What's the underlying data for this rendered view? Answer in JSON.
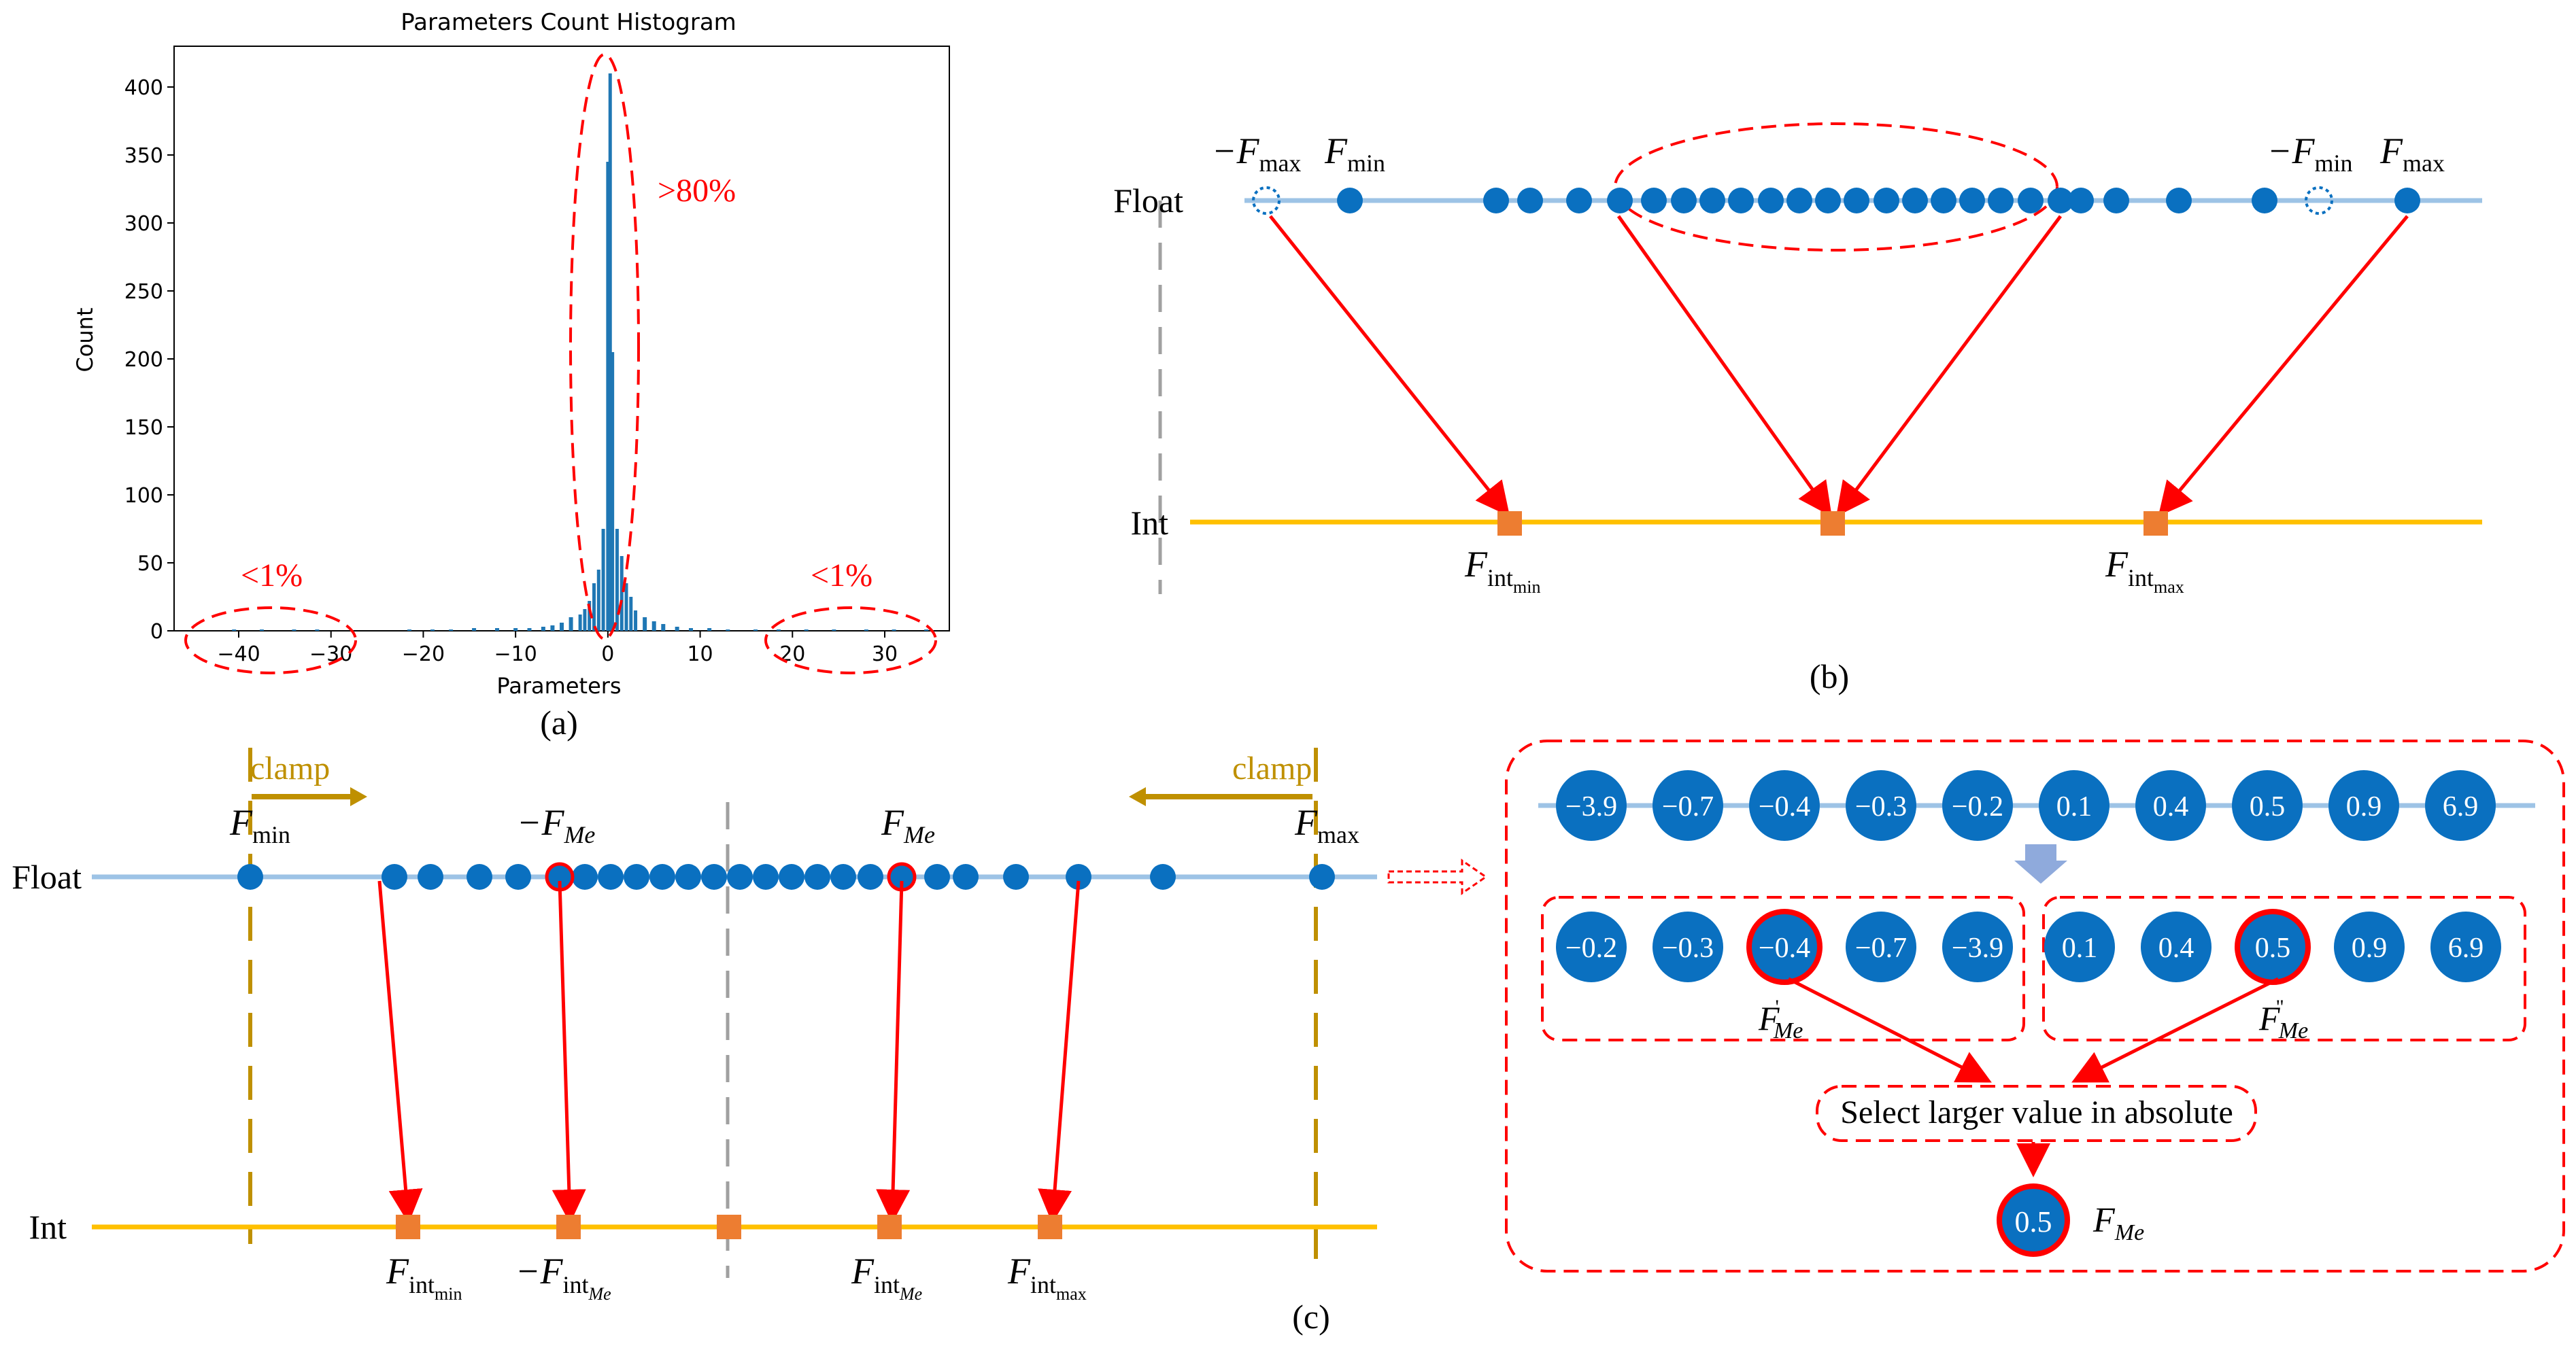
{
  "panel_a": {
    "caption": "(a)",
    "chart_data": {
      "type": "bar",
      "title": "Parameters Count Histogram",
      "xlabel": "Parameters",
      "ylabel": "Count",
      "xlim": [
        -47,
        37
      ],
      "ylim": [
        0,
        430
      ],
      "x_ticks": [
        -40,
        -30,
        -20,
        -10,
        0,
        10,
        20,
        30
      ],
      "x_tick_labels": [
        "−40",
        "−30",
        "−20",
        "−10",
        "0",
        "10",
        "20",
        "30"
      ],
      "y_ticks": [
        0,
        50,
        100,
        150,
        200,
        250,
        300,
        350,
        400
      ],
      "grid": false,
      "bars": [
        {
          "x": -40.5,
          "count": 1
        },
        {
          "x": -37.5,
          "count": 1
        },
        {
          "x": -34.0,
          "count": 1
        },
        {
          "x": -31.5,
          "count": 1
        },
        {
          "x": -21.5,
          "count": 1
        },
        {
          "x": -19.0,
          "count": 1
        },
        {
          "x": -17.0,
          "count": 1
        },
        {
          "x": -14.5,
          "count": 2
        },
        {
          "x": -12.0,
          "count": 2
        },
        {
          "x": -10.0,
          "count": 2
        },
        {
          "x": -8.5,
          "count": 2
        },
        {
          "x": -7.0,
          "count": 3
        },
        {
          "x": -6.0,
          "count": 4
        },
        {
          "x": -5.0,
          "count": 6
        },
        {
          "x": -4.0,
          "count": 10
        },
        {
          "x": -3.0,
          "count": 12
        },
        {
          "x": -2.5,
          "count": 16
        },
        {
          "x": -2.0,
          "count": 22
        },
        {
          "x": -1.5,
          "count": 35
        },
        {
          "x": -1.0,
          "count": 45
        },
        {
          "x": -0.5,
          "count": 75
        },
        {
          "x": 0.0,
          "count": 345
        },
        {
          "x": 0.25,
          "count": 410
        },
        {
          "x": 0.5,
          "count": 205
        },
        {
          "x": 1.0,
          "count": 75
        },
        {
          "x": 1.5,
          "count": 55
        },
        {
          "x": 2.0,
          "count": 35
        },
        {
          "x": 2.5,
          "count": 25
        },
        {
          "x": 3.0,
          "count": 15
        },
        {
          "x": 4.0,
          "count": 10
        },
        {
          "x": 5.0,
          "count": 7
        },
        {
          "x": 6.0,
          "count": 5
        },
        {
          "x": 7.5,
          "count": 3
        },
        {
          "x": 9.0,
          "count": 2
        },
        {
          "x": 11.0,
          "count": 2
        },
        {
          "x": 13.0,
          "count": 1
        },
        {
          "x": 16.0,
          "count": 1
        },
        {
          "x": 18.5,
          "count": 1
        },
        {
          "x": 21.5,
          "count": 1
        },
        {
          "x": 24.5,
          "count": 1
        },
        {
          "x": 28.0,
          "count": 1
        },
        {
          "x": 31.0,
          "count": 1
        },
        {
          "x": 34.5,
          "count": 1
        }
      ]
    },
    "annotations": {
      "center": ">80%",
      "left": "<1%",
      "right": "<1%"
    }
  },
  "panel_b": {
    "caption": "(b)",
    "float_label": "Float",
    "int_label": "Int",
    "labels": {
      "neg_fmax": "−F",
      "neg_fmax_sub": "max",
      "fmin": "F",
      "fmin_sub": "min",
      "neg_fmin": "−F",
      "neg_fmin_sub": "min",
      "fmax": "F",
      "fmax_sub": "max",
      "int_min": "F",
      "int_min_sub": "int",
      "int_min_subsub": "min",
      "int_max": "F",
      "int_max_sub": "int",
      "int_max_subsub": "max"
    }
  },
  "panel_c": {
    "caption": "(c)",
    "float_label": "Float",
    "int_label": "Int",
    "clamp_left": "clamp",
    "clamp_right": "clamp",
    "labels": {
      "fmin": "F",
      "fmin_sub": "min",
      "neg_fme": "−F",
      "me_sub": "Me",
      "fme": "F",
      "fmax": "F",
      "fmax_sub": "max",
      "int_min": "F",
      "int_sub": "int",
      "int_min_subsub": "min",
      "neg_int_me": "−F",
      "int_me": "F",
      "int_max": "F",
      "int_max_subsub": "max"
    }
  },
  "panel_d": {
    "sorted_values": [
      "−3.9",
      "−0.7",
      "−0.4",
      "−0.3",
      "−0.2",
      "0.1",
      "0.4",
      "0.5",
      "0.9",
      "6.9"
    ],
    "negative_group": [
      "−0.2",
      "−0.3",
      "−0.4",
      "−0.7",
      "−3.9"
    ],
    "positive_group": [
      "0.1",
      "0.4",
      "0.5",
      "0.9",
      "6.9"
    ],
    "neg_me_label": "F",
    "neg_me_sup": "'",
    "pos_me_label": "F",
    "pos_me_sup": "\"",
    "me_sub": "Me",
    "select_text": "Select larger value in absolute",
    "result_value": "0.5",
    "result_label": "F",
    "result_sub": "Me"
  },
  "colors": {
    "dot": "#0a70c0",
    "float_line": "#9dc3e6",
    "int_line": "#ffc000",
    "int_marker": "#ed7d31",
    "arrow": "#ff0000",
    "dashed_red": "#ff0000",
    "clamp": "#bf9000",
    "hist_bar": "#1f77b4",
    "gray_dash": "#a0a0a0",
    "down_arrow": "#8faadc"
  }
}
